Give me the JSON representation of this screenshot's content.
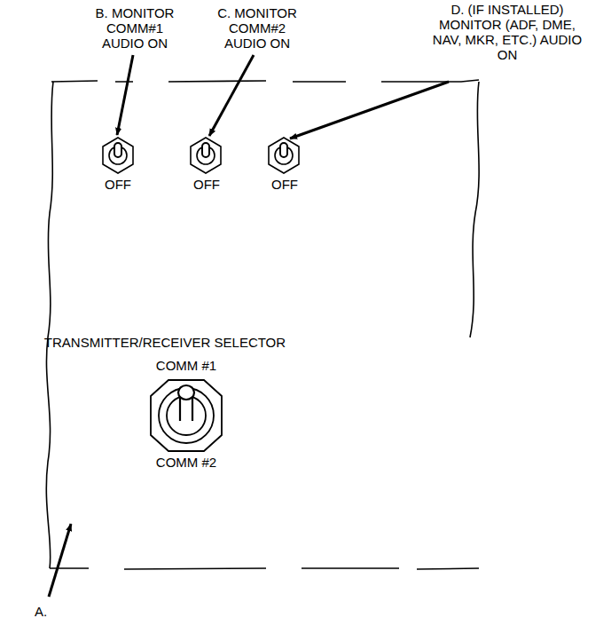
{
  "diagram": {
    "labels": [
      "B. MONITOR COMM#1 AUDIO ON",
      "C. MONITOR COMM#2 AUDIO ON",
      "D. (IF INSTALLED) MONITOR (ADF, DME, NAV, MKR, ETC.) AUDIO ON",
      "OFF",
      "OFF",
      "OFF",
      "TRANSMITTER/RECEIVER SELECTOR",
      "COMM #1",
      "COMM #2",
      "A."
    ]
  }
}
